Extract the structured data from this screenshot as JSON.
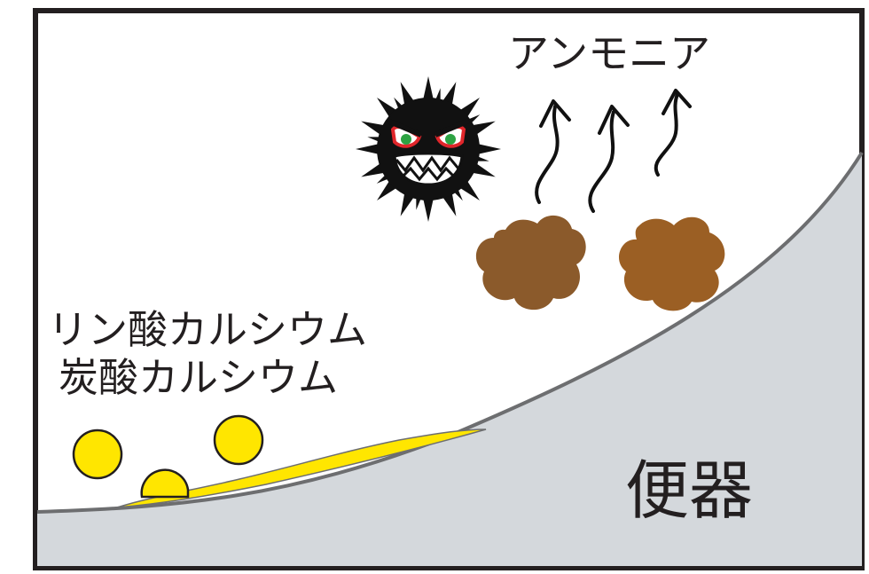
{
  "labels": {
    "ammonia": "アンモニア",
    "calcium_phosphate": "リン酸カルシウム",
    "calcium_carbonate": "炭酸カルシウム",
    "toilet_bowl": "便器"
  },
  "colors": {
    "frame_border": "#231f20",
    "background": "#ffffff",
    "toilet_fill": "#d4d8dc",
    "toilet_outline": "#6d6e70",
    "deposit_yellow": "#ffe600",
    "deposit_outline": "#6d6e70",
    "stool_brown_1": "#8b5a2b",
    "stool_brown_2": "#9b5f24",
    "germ_black": "#111111",
    "germ_eye_red": "#e0262b",
    "germ_eye_green": "#2da343"
  },
  "icons": [
    "germ-icon",
    "odor-arrow-icon",
    "stool-icon",
    "mineral-deposit-icon"
  ]
}
